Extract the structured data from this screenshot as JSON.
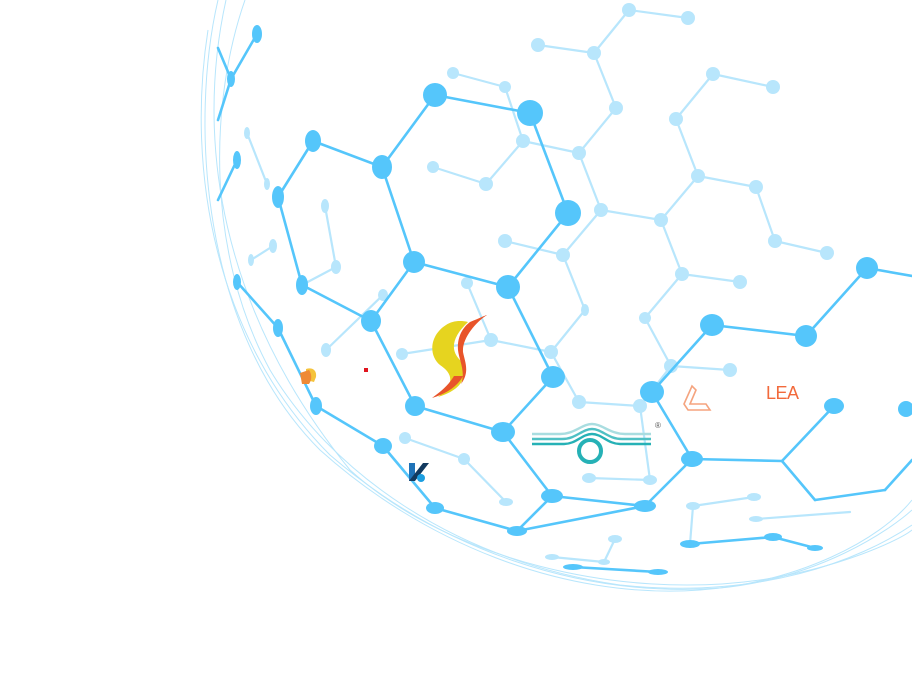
{
  "colors": {
    "strong": "#55c6fb",
    "faint": "#b8e6fc",
    "background": "#ffffff",
    "lea_orange": "#f26a3c",
    "teal": "#26b1b6",
    "navy": "#123a5f"
  },
  "logos": {
    "lea": {
      "text": "LEA"
    },
    "registered": {
      "text": "®"
    }
  },
  "network": {
    "strong_nodes": [
      [
        257,
        34,
        5,
        9
      ],
      [
        231,
        79,
        4,
        8
      ],
      [
        435,
        95,
        12,
        12
      ],
      [
        530,
        113,
        13,
        13
      ],
      [
        313,
        141,
        8,
        11
      ],
      [
        382,
        167,
        10,
        12
      ],
      [
        237,
        160,
        4,
        9
      ],
      [
        278,
        197,
        6,
        11
      ],
      [
        568,
        213,
        13,
        13
      ],
      [
        414,
        262,
        11,
        11
      ],
      [
        508,
        287,
        12,
        12
      ],
      [
        302,
        285,
        6,
        10
      ],
      [
        371,
        321,
        10,
        11
      ],
      [
        278,
        328,
        5,
        9
      ],
      [
        237,
        282,
        4,
        8
      ],
      [
        553,
        377,
        12,
        11
      ],
      [
        712,
        325,
        12,
        11
      ],
      [
        806,
        336,
        11,
        11
      ],
      [
        867,
        268,
        11,
        11
      ],
      [
        652,
        392,
        12,
        11
      ],
      [
        415,
        406,
        10,
        10
      ],
      [
        503,
        432,
        12,
        10
      ],
      [
        316,
        406,
        6,
        9
      ],
      [
        383,
        446,
        9,
        8
      ],
      [
        692,
        459,
        11,
        8
      ],
      [
        834,
        406,
        10,
        8
      ],
      [
        906,
        409,
        8,
        8
      ],
      [
        552,
        496,
        11,
        7
      ],
      [
        645,
        506,
        11,
        6
      ],
      [
        517,
        531,
        10,
        5
      ],
      [
        435,
        508,
        9,
        6
      ],
      [
        690,
        544,
        10,
        4
      ],
      [
        773,
        537,
        9,
        4
      ],
      [
        815,
        548,
        8,
        3
      ],
      [
        658,
        572,
        10,
        3
      ],
      [
        573,
        567,
        10,
        3
      ]
    ],
    "strong_edges": [
      [
        257,
        34,
        231,
        79
      ],
      [
        231,
        79,
        218,
        48
      ],
      [
        231,
        79,
        218,
        120
      ],
      [
        313,
        141,
        382,
        167
      ],
      [
        313,
        141,
        278,
        197
      ],
      [
        382,
        167,
        435,
        95
      ],
      [
        435,
        95,
        530,
        113
      ],
      [
        530,
        113,
        568,
        213
      ],
      [
        382,
        167,
        414,
        262
      ],
      [
        414,
        262,
        508,
        287
      ],
      [
        568,
        213,
        508,
        287
      ],
      [
        414,
        262,
        371,
        321
      ],
      [
        302,
        285,
        371,
        321
      ],
      [
        278,
        197,
        302,
        285
      ],
      [
        508,
        287,
        553,
        377
      ],
      [
        371,
        321,
        415,
        406
      ],
      [
        415,
        406,
        503,
        432
      ],
      [
        553,
        377,
        503,
        432
      ],
      [
        278,
        328,
        316,
        406
      ],
      [
        316,
        406,
        383,
        446
      ],
      [
        383,
        446,
        435,
        508
      ],
      [
        503,
        432,
        552,
        496
      ],
      [
        552,
        496,
        645,
        506
      ],
      [
        645,
        506,
        692,
        459
      ],
      [
        692,
        459,
        652,
        392
      ],
      [
        652,
        392,
        712,
        325
      ],
      [
        712,
        325,
        806,
        336
      ],
      [
        806,
        336,
        867,
        268
      ],
      [
        867,
        268,
        912,
        276
      ],
      [
        692,
        459,
        782,
        461
      ],
      [
        782,
        461,
        834,
        406
      ],
      [
        782,
        461,
        815,
        500
      ],
      [
        815,
        500,
        885,
        490
      ],
      [
        885,
        490,
        912,
        460
      ],
      [
        645,
        506,
        517,
        531
      ],
      [
        552,
        496,
        517,
        531
      ],
      [
        237,
        160,
        218,
        200
      ],
      [
        237,
        282,
        278,
        328
      ],
      [
        690,
        544,
        773,
        537
      ],
      [
        773,
        537,
        815,
        548
      ],
      [
        573,
        567,
        658,
        572
      ],
      [
        435,
        508,
        517,
        531
      ]
    ],
    "faint_nodes": [
      [
        629,
        10,
        7,
        7
      ],
      [
        688,
        18,
        7,
        7
      ],
      [
        538,
        45,
        7,
        7
      ],
      [
        594,
        53,
        7,
        7
      ],
      [
        453,
        73,
        6,
        6
      ],
      [
        505,
        87,
        6,
        6
      ],
      [
        713,
        74,
        7,
        7
      ],
      [
        773,
        87,
        7,
        7
      ],
      [
        676,
        119,
        7,
        7
      ],
      [
        616,
        108,
        7,
        7
      ],
      [
        523,
        141,
        7,
        7
      ],
      [
        579,
        153,
        7,
        7
      ],
      [
        433,
        167,
        6,
        6
      ],
      [
        486,
        184,
        7,
        7
      ],
      [
        698,
        176,
        7,
        7
      ],
      [
        756,
        187,
        7,
        7
      ],
      [
        601,
        210,
        7,
        7
      ],
      [
        661,
        220,
        7,
        7
      ],
      [
        505,
        241,
        7,
        7
      ],
      [
        563,
        255,
        7,
        7
      ],
      [
        775,
        241,
        7,
        7
      ],
      [
        827,
        253,
        7,
        7
      ],
      [
        682,
        274,
        7,
        7
      ],
      [
        740,
        282,
        7,
        7
      ],
      [
        467,
        283,
        6,
        6
      ],
      [
        585,
        310,
        4,
        6
      ],
      [
        645,
        318,
        6,
        6
      ],
      [
        491,
        340,
        7,
        7
      ],
      [
        551,
        352,
        7,
        7
      ],
      [
        402,
        354,
        6,
        6
      ],
      [
        671,
        366,
        7,
        7
      ],
      [
        730,
        370,
        7,
        7
      ],
      [
        579,
        402,
        7,
        7
      ],
      [
        640,
        406,
        7,
        7
      ],
      [
        464,
        459,
        6,
        6
      ],
      [
        405,
        438,
        6,
        6
      ],
      [
        589,
        478,
        7,
        5
      ],
      [
        650,
        480,
        7,
        5
      ],
      [
        506,
        502,
        7,
        4
      ],
      [
        693,
        506,
        7,
        4
      ],
      [
        754,
        497,
        7,
        4
      ],
      [
        615,
        539,
        7,
        4
      ],
      [
        552,
        557,
        7,
        3
      ],
      [
        604,
        562,
        6,
        3
      ],
      [
        756,
        519,
        7,
        3
      ],
      [
        325,
        206,
        4,
        7
      ],
      [
        336,
        267,
        5,
        7
      ],
      [
        326,
        350,
        5,
        7
      ],
      [
        383,
        295,
        5,
        6
      ],
      [
        273,
        246,
        4,
        7
      ],
      [
        251,
        260,
        3,
        6
      ],
      [
        267,
        184,
        3,
        6
      ],
      [
        247,
        133,
        3,
        6
      ]
    ],
    "faint_edges": [
      [
        629,
        10,
        688,
        18
      ],
      [
        629,
        10,
        594,
        53
      ],
      [
        538,
        45,
        594,
        53
      ],
      [
        594,
        53,
        616,
        108
      ],
      [
        453,
        73,
        505,
        87
      ],
      [
        505,
        87,
        523,
        141
      ],
      [
        713,
        74,
        773,
        87
      ],
      [
        713,
        74,
        676,
        119
      ],
      [
        676,
        119,
        698,
        176
      ],
      [
        616,
        108,
        579,
        153
      ],
      [
        523,
        141,
        579,
        153
      ],
      [
        579,
        153,
        601,
        210
      ],
      [
        433,
        167,
        486,
        184
      ],
      [
        486,
        184,
        523,
        141
      ],
      [
        698,
        176,
        756,
        187
      ],
      [
        698,
        176,
        661,
        220
      ],
      [
        601,
        210,
        661,
        220
      ],
      [
        601,
        210,
        563,
        255
      ],
      [
        505,
        241,
        563,
        255
      ],
      [
        756,
        187,
        775,
        241
      ],
      [
        775,
        241,
        827,
        253
      ],
      [
        661,
        220,
        682,
        274
      ],
      [
        682,
        274,
        740,
        282
      ],
      [
        682,
        274,
        645,
        318
      ],
      [
        563,
        255,
        585,
        310
      ],
      [
        585,
        310,
        551,
        352
      ],
      [
        467,
        283,
        491,
        340
      ],
      [
        491,
        340,
        551,
        352
      ],
      [
        402,
        354,
        491,
        340
      ],
      [
        645,
        318,
        671,
        366
      ],
      [
        671,
        366,
        730,
        370
      ],
      [
        671,
        366,
        640,
        406
      ],
      [
        551,
        352,
        579,
        402
      ],
      [
        579,
        402,
        640,
        406
      ],
      [
        640,
        406,
        650,
        480
      ],
      [
        464,
        459,
        405,
        438
      ],
      [
        464,
        459,
        506,
        502
      ],
      [
        589,
        478,
        650,
        480
      ],
      [
        693,
        506,
        754,
        497
      ],
      [
        693,
        506,
        690,
        544
      ],
      [
        615,
        539,
        604,
        562
      ],
      [
        552,
        557,
        604,
        562
      ],
      [
        325,
        206,
        336,
        267
      ],
      [
        336,
        267,
        302,
        285
      ],
      [
        326,
        350,
        383,
        295
      ],
      [
        273,
        246,
        251,
        260
      ],
      [
        267,
        184,
        247,
        133
      ],
      [
        756,
        519,
        850,
        512
      ]
    ],
    "arcs": [
      "M 218 0 C 190 120, 200 330, 320 450 C 420 540, 560 600, 700 590 C 800 582, 880 540, 912 500",
      "M 208 30 C 186 170, 215 340, 330 455 C 440 550, 580 598, 720 588 C 820 578, 890 530, 912 510",
      "M 245 0 C 210 100, 205 250, 270 370 C 330 470, 450 560, 620 585 C 760 600, 860 560, 912 525",
      "M 226 0 C 195 140, 220 310, 350 470 C 450 560, 620 600, 760 580 C 840 568, 900 540, 912 530"
    ]
  }
}
